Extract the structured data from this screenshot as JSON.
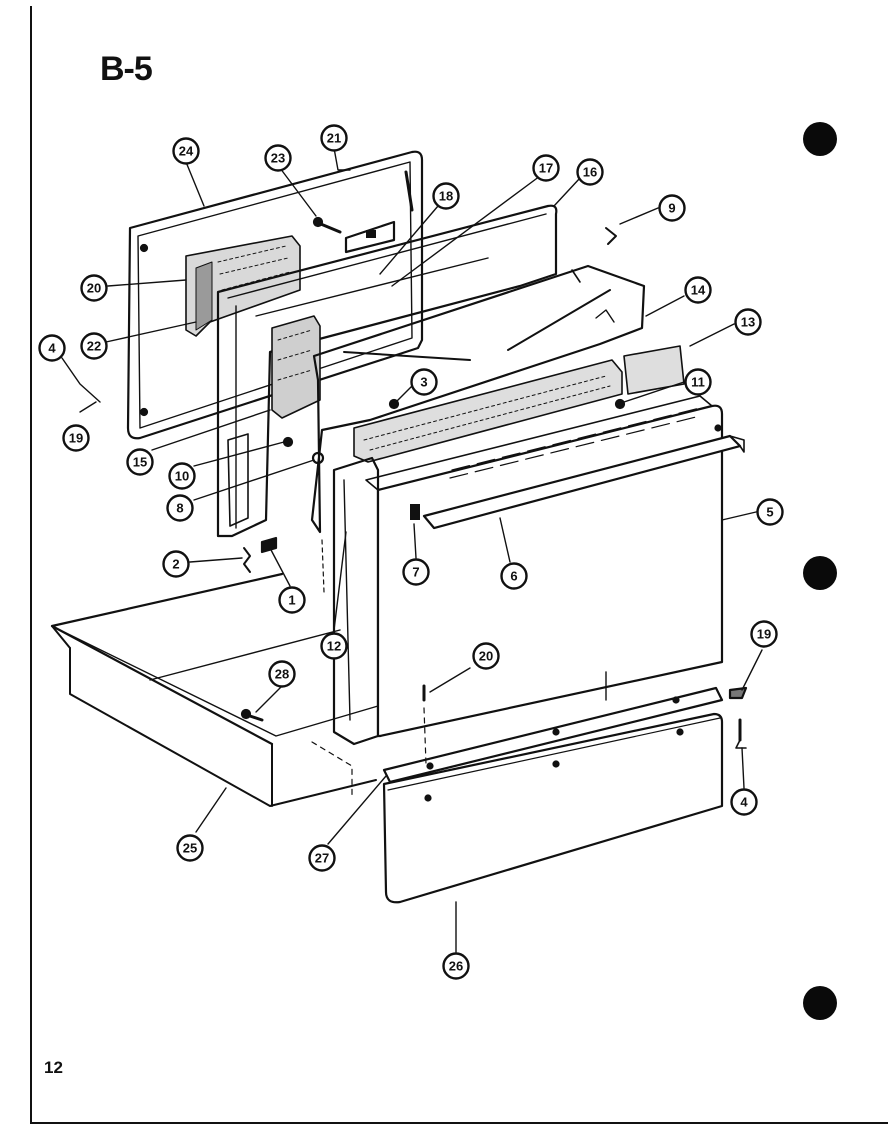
{
  "title": "B-5",
  "page_number": "12",
  "callouts": [
    {
      "id": "c24",
      "label": "24"
    },
    {
      "id": "c21",
      "label": "21"
    },
    {
      "id": "c23",
      "label": "23"
    },
    {
      "id": "c18",
      "label": "18"
    },
    {
      "id": "c17",
      "label": "17"
    },
    {
      "id": "c16",
      "label": "16"
    },
    {
      "id": "c9a",
      "label": "9"
    },
    {
      "id": "c20a",
      "label": "20"
    },
    {
      "id": "c22",
      "label": "22"
    },
    {
      "id": "c14",
      "label": "14"
    },
    {
      "id": "c13",
      "label": "13"
    },
    {
      "id": "c4a",
      "label": "4"
    },
    {
      "id": "c3",
      "label": "3"
    },
    {
      "id": "c11",
      "label": "11"
    },
    {
      "id": "c19a",
      "label": "19"
    },
    {
      "id": "c15",
      "label": "15"
    },
    {
      "id": "c10",
      "label": "10"
    },
    {
      "id": "c8",
      "label": "8"
    },
    {
      "id": "c5",
      "label": "5"
    },
    {
      "id": "c2",
      "label": "2"
    },
    {
      "id": "c7",
      "label": "7"
    },
    {
      "id": "c6",
      "label": "6"
    },
    {
      "id": "c1",
      "label": "1"
    },
    {
      "id": "c12",
      "label": "12"
    },
    {
      "id": "c19b",
      "label": "19"
    },
    {
      "id": "c20b",
      "label": "20"
    },
    {
      "id": "c28",
      "label": "28"
    },
    {
      "id": "c4b",
      "label": "4"
    },
    {
      "id": "c25",
      "label": "25"
    },
    {
      "id": "c27",
      "label": "27"
    },
    {
      "id": "c26",
      "label": "26"
    }
  ]
}
